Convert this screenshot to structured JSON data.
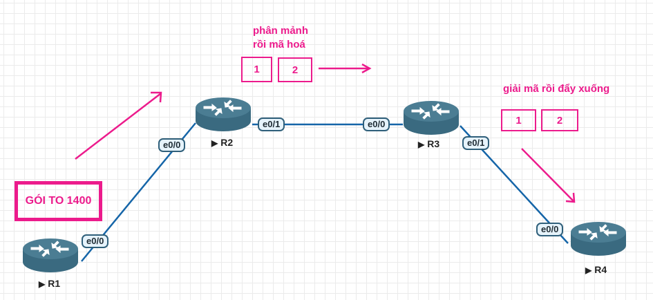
{
  "colors": {
    "annotation": "#ec1b8c",
    "link": "#1565a8",
    "router_body": "#3a6a80",
    "router_top": "#4b7d93",
    "interface_fill": "#e6f3fb",
    "interface_border": "#2f5f7a",
    "grid": "#ebebeb"
  },
  "routers": [
    {
      "id": "R1",
      "label": "R1",
      "icon": "router-icon"
    },
    {
      "id": "R2",
      "label": "R2",
      "icon": "router-icon"
    },
    {
      "id": "R3",
      "label": "R3",
      "icon": "router-icon"
    },
    {
      "id": "R4",
      "label": "R4",
      "icon": "router-icon"
    }
  ],
  "links": [
    {
      "from": "R1",
      "to": "R2",
      "from_iface": "e0/0",
      "to_iface": "e0/0"
    },
    {
      "from": "R2",
      "to": "R3",
      "from_iface": "e0/1",
      "to_iface": "e0/0"
    },
    {
      "from": "R3",
      "to": "R4",
      "from_iface": "e0/1",
      "to_iface": "e0/0"
    }
  ],
  "annotations": {
    "big_packet": "GÓI TO 1400",
    "fragment_note_line1": "phân mảnh",
    "fragment_note_line2": "rồi mã hoá",
    "fragment_boxes": [
      "1",
      "2"
    ],
    "decrypt_note": "giải mã rồi đẩy xuống",
    "decrypt_boxes": [
      "1",
      "2"
    ]
  },
  "play_glyph": "▶"
}
